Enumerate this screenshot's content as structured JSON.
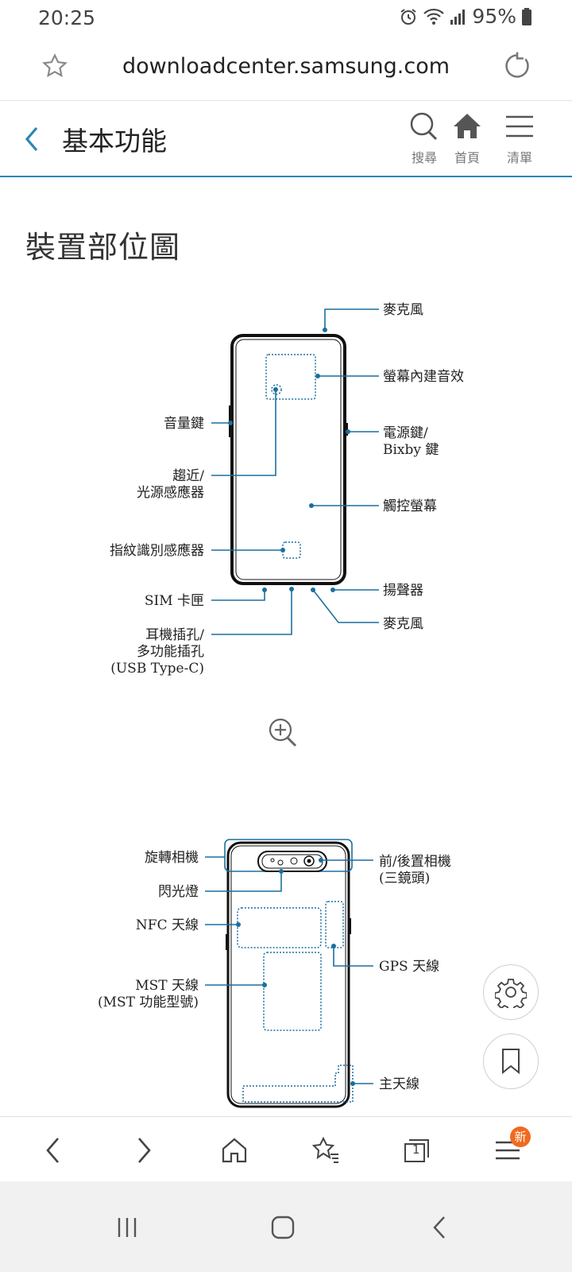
{
  "status": {
    "time": "20:25",
    "battery": "95%"
  },
  "browser": {
    "url": "downloadcenter.samsung.com"
  },
  "site_header": {
    "title": "基本功能",
    "search_label": "搜尋",
    "home_label": "首頁",
    "menu_label": "清單"
  },
  "page": {
    "heading": "裝置部位圖",
    "front_labels": {
      "mic_top": "麥克風",
      "screen_sound": "螢幕內建音效",
      "volume_key": "音量鍵",
      "power_key_1": "電源鍵/",
      "power_key_2": "Bixby 鍵",
      "proximity_1": "趨近/",
      "proximity_2": "光源感應器",
      "touchscreen": "觸控螢幕",
      "fingerprint": "指紋識別感應器",
      "sim_tray": "SIM 卡匣",
      "speaker": "揚聲器",
      "mic_bottom": "麥克風",
      "earphone_1": "耳機插孔/",
      "earphone_2": "多功能插孔",
      "earphone_3": "(USB Type-C)"
    },
    "back_labels": {
      "rotating_camera": "旋轉相機",
      "camera_1": "前/後置相機",
      "camera_2": "(三鏡頭)",
      "flash": "閃光燈",
      "nfc": "NFC 天線",
      "gps": "GPS 天線",
      "mst_1": "MST 天線",
      "mst_2": "(MST 功能型號)",
      "main_antenna": "主天線"
    }
  },
  "bottom_toolbar": {
    "tabs_count": "1",
    "menu_badge": "新"
  },
  "colors": {
    "accent": "#2a87b5",
    "badge": "#f06a1f",
    "diagram_line": "#1b6fa0"
  },
  "icons": [
    "star-icon",
    "reload-icon",
    "back-chevron-icon",
    "search-icon",
    "home-icon",
    "menu-icon",
    "zoom-in-icon",
    "settings-gear-icon",
    "bookmark-icon"
  ]
}
